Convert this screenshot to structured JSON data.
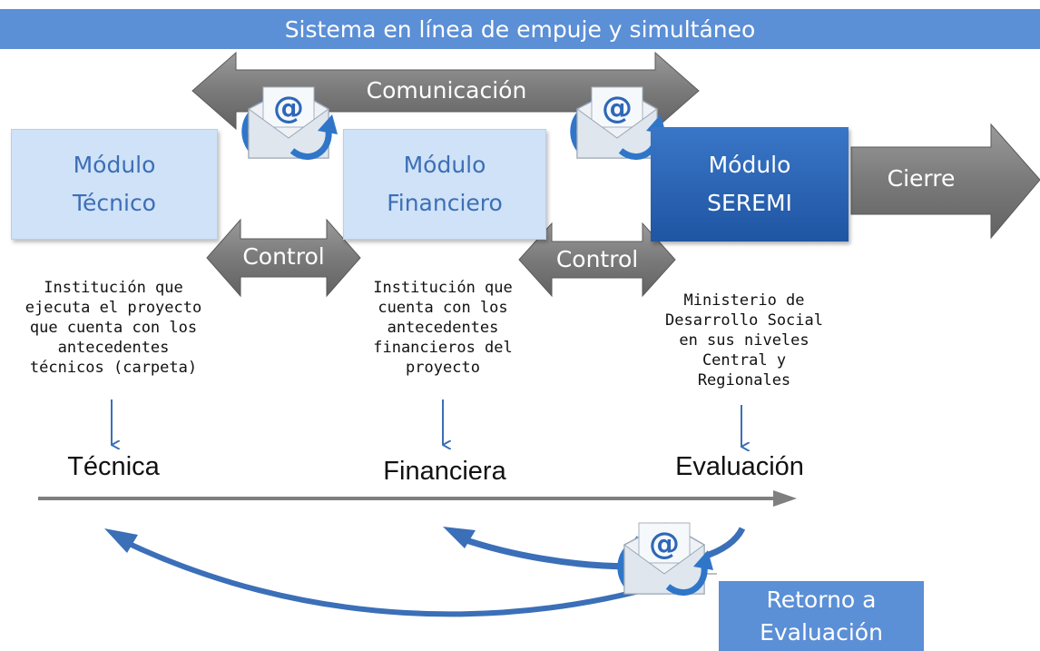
{
  "banner": {
    "title": "Sistema en línea de empuje y simultáneo"
  },
  "communication": {
    "label": "Comunicación"
  },
  "modules": {
    "tecnico": {
      "line1": "Módulo",
      "line2": "Técnico"
    },
    "financiero": {
      "line1": "Módulo",
      "line2": "Financiero"
    },
    "seremi": {
      "line1": "Módulo",
      "line2": "SEREMI"
    }
  },
  "closing": {
    "label": "Cierre"
  },
  "controls": {
    "first": "Control",
    "second": "Control"
  },
  "descriptions": {
    "tecnico": [
      "Institución que",
      "ejecuta el proyecto",
      "que cuenta con los",
      "antecedentes",
      "técnicos (carpeta)"
    ],
    "financiero": [
      "Institución que",
      "cuenta con los",
      "antecedentes",
      "financieros del",
      "proyecto"
    ],
    "seremi": [
      "Ministerio de",
      "Desarrollo Social",
      "en sus niveles",
      "Central y",
      "Regionales"
    ]
  },
  "phases": {
    "tecnica": "Técnica",
    "financiera": "Financiera",
    "evaluacion": "Evaluación"
  },
  "return_box": {
    "line1": "Retorno a",
    "line2": "Evaluación"
  },
  "icons": [
    "email-icon",
    "email-icon",
    "email-icon"
  ],
  "colors": {
    "banner": "#5b8fd6",
    "light_module": "#cfe2f8",
    "dark_module": "#1f55a3",
    "arrow_grey": "#7f7f7f",
    "blue_arrow": "#3b6fb8"
  }
}
